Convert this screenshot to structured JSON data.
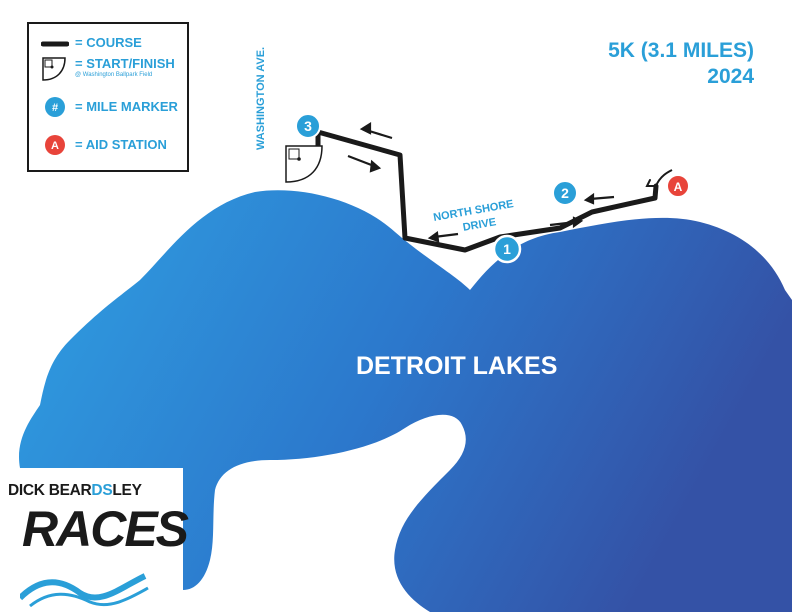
{
  "legend": {
    "course_label": "= COURSE",
    "start_finish_label": "= START/FINISH",
    "start_finish_note": "@ Washington Ballpark Field",
    "mile_marker_symbol": "#",
    "mile_marker_label": "= MILE MARKER",
    "aid_station_symbol": "A",
    "aid_station_label": "= AID STATION"
  },
  "title": {
    "line1": "5K (3.1 MILES)",
    "line2": "2024"
  },
  "streets": {
    "washington": "WASHINGTON AVE.",
    "north_shore_line1": "NORTH SHORE",
    "north_shore_line2": "DRIVE"
  },
  "lake_label": "DETROIT LAKES",
  "markers": {
    "mile1": "1",
    "mile2": "2",
    "mile3": "3",
    "aid": "A"
  },
  "logo": {
    "line1_a": "DICK BEAR",
    "line1_b": "DS",
    "line1_c": "LEY",
    "line2": "RACES"
  },
  "colors": {
    "accent": "#2a9fd8",
    "course": "#1a1a1a",
    "aid": "#e8443a",
    "lake_light": "#2f9fe0",
    "lake_dark": "#3455a8"
  }
}
